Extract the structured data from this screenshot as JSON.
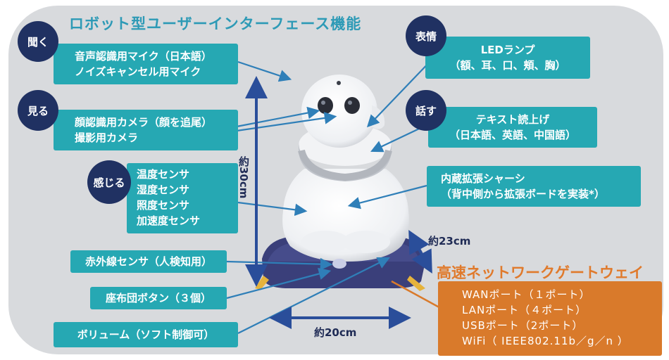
{
  "title": "ロボット型ユーザーインターフェース機能",
  "categories": {
    "listen": "聞く",
    "see": "見る",
    "feel": "感じる",
    "expression": "表情",
    "speak": "話す"
  },
  "labels": {
    "mic": [
      "音声認識用マイク（日本語）",
      "ノイズキャンセル用マイク"
    ],
    "camera": [
      "顔認識用カメラ（顔を追尾）",
      "撮影用カメラ"
    ],
    "sensors": [
      "温度センサ",
      "湿度センサ",
      "照度センサ",
      "加速度センサ"
    ],
    "infrared": "赤外線センサ（人検知用）",
    "cushion": "座布団ボタン（３個）",
    "volume": "ボリューム（ソフト制御可）",
    "led": [
      "LEDランプ",
      "（額、耳、口、頬、胸）"
    ],
    "tts": [
      "テキスト読上げ",
      "（日本語、英語、中国語）"
    ],
    "chassis": [
      "内蔵拡張シャーシ",
      "（背中側から拡張ボードを実装*）"
    ]
  },
  "measurements": {
    "height": "約30cm",
    "width": "約20cm",
    "depth": "約23cm"
  },
  "network": {
    "title": "高速ネットワークゲートウェイ",
    "items": [
      "WANポート（１ポート）",
      "LANポート（４ポート）",
      "USBポート（2ポート）",
      "WiFi（ IEEE802.11b／g／n ）"
    ]
  },
  "colors": {
    "panel": "#d8dadd",
    "title": "#2d9ab6",
    "label_box": "#26a8b3",
    "category_circle": "#203162",
    "arrow": "#2f7fb8",
    "measure_arrow": "#2a4e9a",
    "network": "#d97a2b"
  }
}
